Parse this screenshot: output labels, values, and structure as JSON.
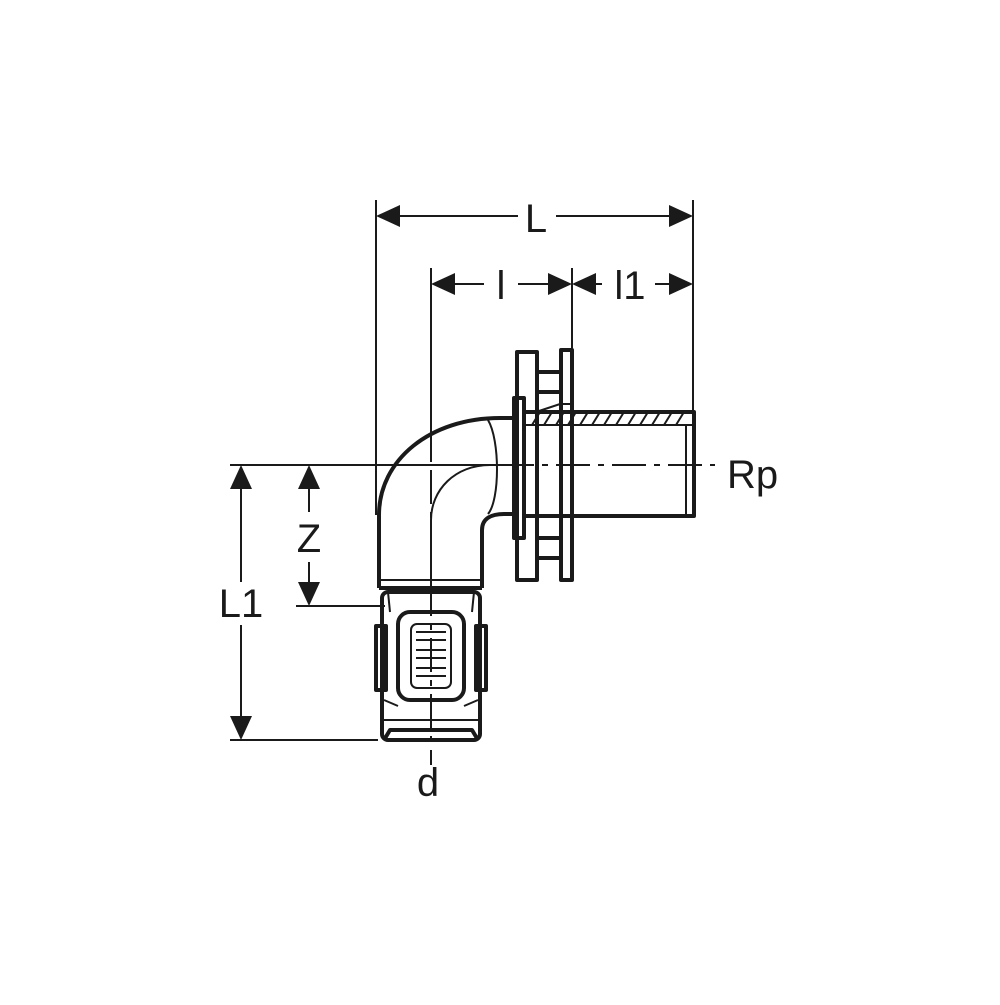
{
  "dimensions": {
    "L": "L",
    "l": "l",
    "l1": "l1",
    "Rp": "Rp",
    "Z": "Z",
    "L1": "L1",
    "d": "d"
  }
}
